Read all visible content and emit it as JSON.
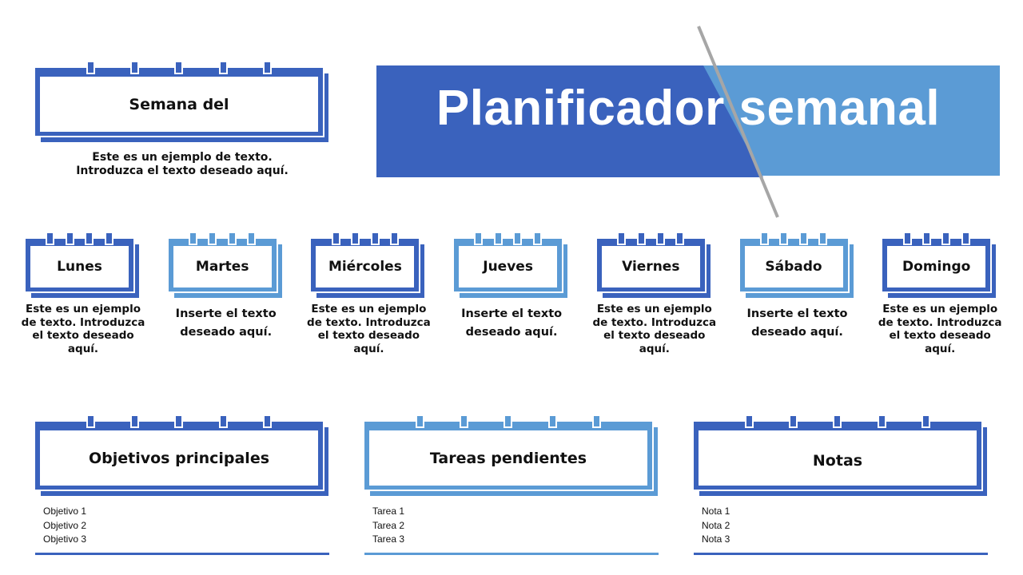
{
  "title": "Planificador semanal",
  "colors": {
    "dark": "#3A62BD",
    "light": "#5B9BD5",
    "divider": "#A6A6A6"
  },
  "week": {
    "label": "Semana del",
    "description_line1": "Este es un ejemplo de texto.",
    "description_line2": "Introduzca el texto deseado aquí."
  },
  "days": [
    {
      "label": "Lunes",
      "text": "Este es un ejemplo de texto. Introduzca el texto deseado aquí."
    },
    {
      "label": "Martes",
      "text": "Inserte el texto deseado aquí."
    },
    {
      "label": "Miércoles",
      "text": "Este es un ejemplo de texto. Introduzca el texto deseado aquí."
    },
    {
      "label": "Jueves",
      "text": "Inserte el texto deseado aquí."
    },
    {
      "label": "Viernes",
      "text": "Este es un ejemplo de texto. Introduzca el texto deseado aquí."
    },
    {
      "label": "Sábado",
      "text": "Inserte el texto deseado aquí."
    },
    {
      "label": "Domingo",
      "text": "Este es un ejemplo de texto. Introduzca el texto deseado aquí."
    }
  ],
  "sections": [
    {
      "label": "Objetivos principales",
      "items": [
        "Objetivo 1",
        "Objetivo 2",
        "Objetivo 3"
      ]
    },
    {
      "label": "Tareas pendientes",
      "items": [
        "Tarea 1",
        "Tarea 2",
        "Tarea 3"
      ]
    },
    {
      "label": "Notas",
      "items": [
        "Nota 1",
        "Nota 2",
        "Nota 3"
      ]
    }
  ]
}
